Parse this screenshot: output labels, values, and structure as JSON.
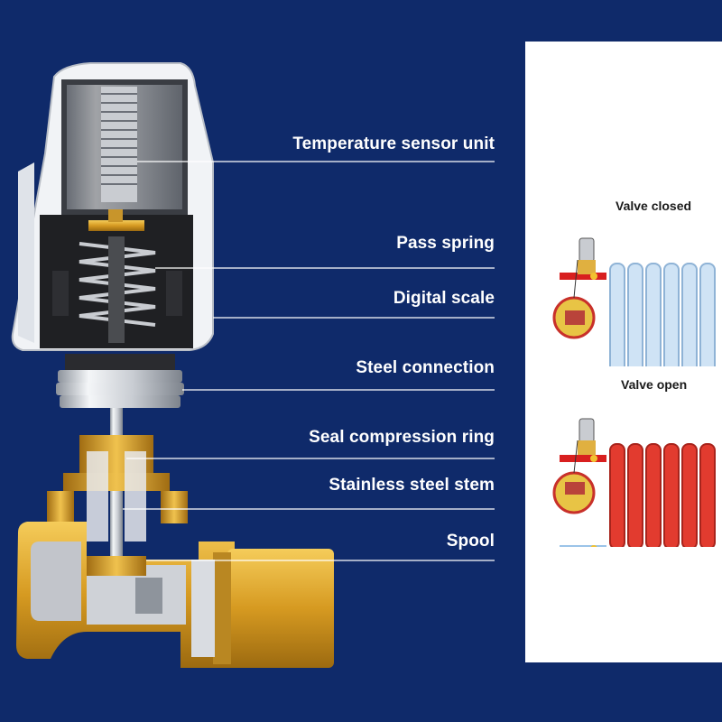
{
  "colors": {
    "background": "#0f2a6a",
    "label_text": "#ffffff",
    "brass": "#d9a32a",
    "chrome": "#e6e9ee",
    "radiator_closed": "#cfe3f5",
    "radiator_open": "#e23b2f",
    "pipe_hot": "#d81f1f",
    "pipe_cold": "#9bc4e8"
  },
  "callouts": [
    {
      "id": "temperature-sensor-unit",
      "text": "Temperature sensor unit"
    },
    {
      "id": "pass-spring",
      "text": "Pass spring"
    },
    {
      "id": "digital-scale",
      "text": "Digital scale"
    },
    {
      "id": "steel-connection",
      "text": "Steel connection"
    },
    {
      "id": "seal-compression-ring",
      "text": "Seal compression ring"
    },
    {
      "id": "stainless-steel-stem",
      "text": "Stainless steel stem"
    },
    {
      "id": "spool",
      "text": "Spool"
    }
  ],
  "states": {
    "closed": {
      "text": "Valve closed",
      "icon": "radiator-cold-icon"
    },
    "open": {
      "text": "Valve open",
      "icon": "radiator-hot-icon"
    }
  }
}
